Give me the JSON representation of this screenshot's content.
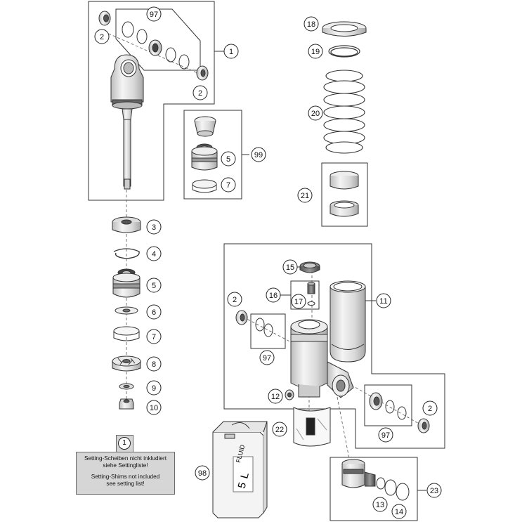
{
  "callouts": [
    "1",
    "2",
    "2",
    "3",
    "4",
    "5",
    "6",
    "7",
    "8",
    "9",
    "10",
    "97",
    "5",
    "7",
    "99",
    "18",
    "19",
    "20",
    "21",
    "15",
    "16",
    "17",
    "11",
    "2",
    "12",
    "97",
    "22",
    "2",
    "98",
    "97",
    "23",
    "13",
    "14"
  ],
  "note": {
    "ref": "1",
    "line_de_1": "Setting-Scheiben nicht inkludiert",
    "line_de_2": "siehe Settingliste!",
    "line_en_1": "Setting-Shims not included",
    "line_en_2": "see setting list!"
  },
  "fluid_can": {
    "word": "FLUID",
    "volume": "5 L"
  },
  "colors": {
    "line": "#333333",
    "part_fill": "#e9e9e9",
    "part_dark": "#9a9a9a",
    "note_bg": "#d6d6d6"
  }
}
